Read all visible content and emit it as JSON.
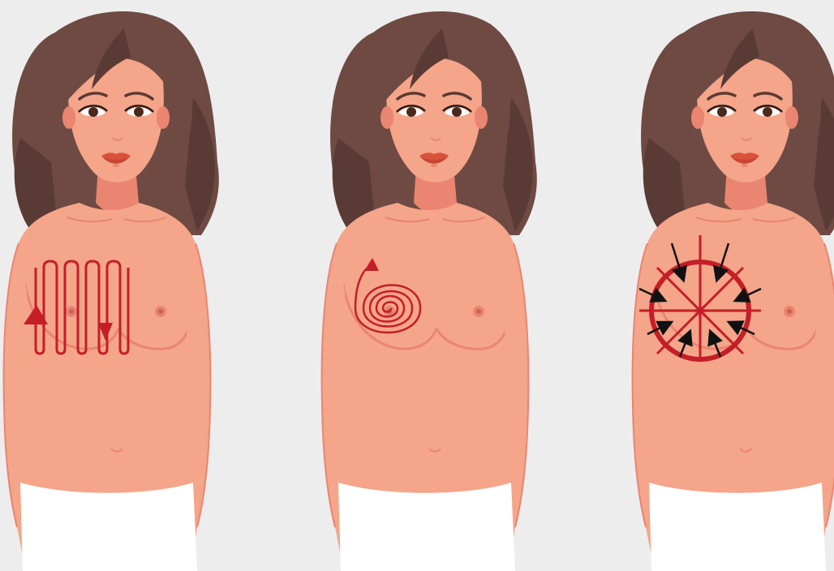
{
  "colors": {
    "background": "#ededed",
    "skin": "#f4a58a",
    "skin_shadow": "#e98570",
    "hair": "#6e4a43",
    "hair_dark": "#5a3a35",
    "lips": "#d9523b",
    "nipple": "#c8645a",
    "pattern_red": "#c41e28",
    "arrow_black": "#111111",
    "cloth": "#ffffff",
    "eye_white": "#ffffff",
    "iris": "#4a2a1c"
  },
  "figures": [
    {
      "pattern": "vertical-strip"
    },
    {
      "pattern": "circular-spiral"
    },
    {
      "pattern": "radial-wedge"
    }
  ]
}
